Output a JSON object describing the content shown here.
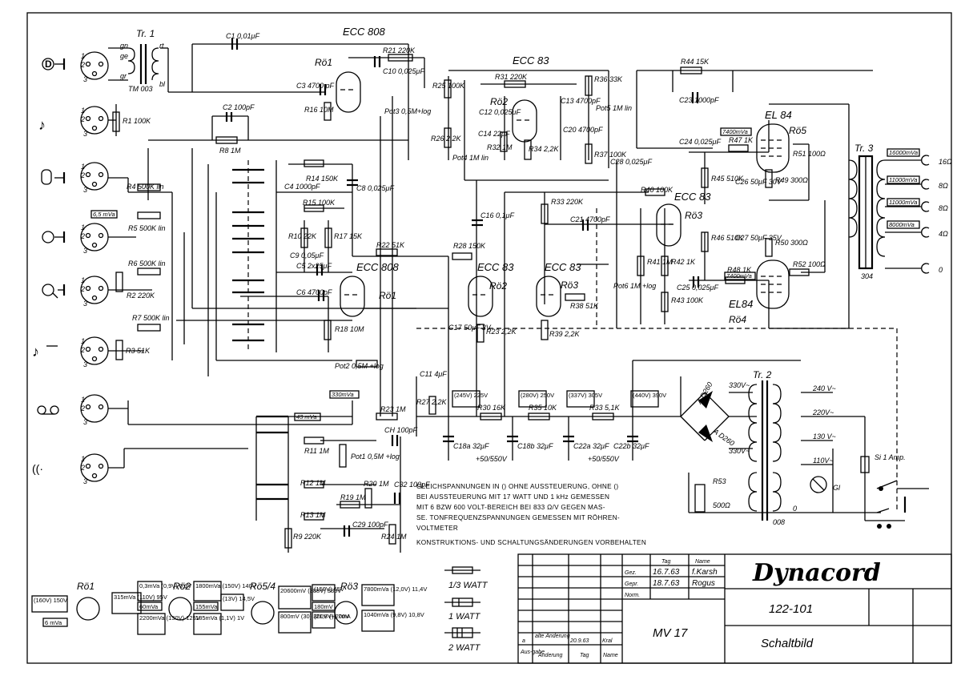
{
  "tubes": {
    "ro1_top": "Rö1",
    "ecc808_top": "ECC 808",
    "ro1_mid": "Rö1",
    "ecc808_mid": "ECC 808",
    "ro2_top": "Rö2",
    "ecc83_top": "ECC 83",
    "ro2_mid": "Rö2",
    "ecc83_mid": "ECC 83",
    "ro3_low": "Rö3",
    "ecc83_low": "ECC 83",
    "ro3_right": "Rö3",
    "ecc83_right": "ECC 83",
    "ro5": "Rö5",
    "el84_top": "EL 84",
    "ro4": "Rö4",
    "el84_bottom": "EL84"
  },
  "transformers": {
    "tr1": "Tr. 1",
    "tm003": "TM 003",
    "tr2": "Tr. 2",
    "tr3": "Tr. 3",
    "tr3_num": "304",
    "tr2_num": "008"
  },
  "tr1_leads": {
    "gn": "gn",
    "ge": "ge",
    "gr": "gr",
    "rt": "rt",
    "bl": "bl"
  },
  "components": {
    "c1": "C1 0,01μF",
    "c3": "C3 4700 pF",
    "c10": "C10 0,025μF",
    "r21": "R21 220K",
    "r16": "R16 10M",
    "r1": "R1 100K",
    "c2": "C2 100pF",
    "r8": "R8 1M",
    "pot3": "Pot3 0,5M+log",
    "r25": "R25 100K",
    "r31": "R31 220K",
    "c12": "C12 0,025μF",
    "r36": "R36 33K",
    "c13": "C13 4700pF",
    "pot5": "Pot5 1M lin",
    "c20": "C20 4700pF",
    "r26": "R26 2,2K",
    "c14": "C14 22μF",
    "r32": "R32 1M",
    "r34": "R34 2,2K",
    "pot4": "Pot4 1M lin",
    "r37": "R37 100K",
    "c28": "C28 0,025μF",
    "r44": "R44 15K",
    "c23": "C23 1000pF",
    "c24": "C24 0,025μF",
    "r47": "R47 1K",
    "r51": "R51 100Ω",
    "r45": "R45 510K",
    "c26": "C26 50μF 30V",
    "r49": "R49 300Ω",
    "r4": "R4 500K lin",
    "r5": "R5 500K lin",
    "r6": "R6 500K lin",
    "r2": "R2 220K",
    "r7": "R7 500K lin",
    "r3": "R3 51K",
    "r14": "R14 150K",
    "r15": "R15 100K",
    "c4": "C4 1000pF",
    "c8": "C8 0,025μF",
    "r10": "R10 22K",
    "r17": "R17 15K",
    "c9": "C9 0,05μF",
    "c5": "C5 2x25μF",
    "c6": "C6 4700pF",
    "r18": "R18 10M",
    "r22": "R22 51K",
    "r33": "R33 220K",
    "c21": "C21 4700pF",
    "c16": "C16 0,1μF",
    "r28": "R28 150K",
    "c17": "C17 50μF 3V",
    "r23": "R23 2,2K",
    "r38": "R38 51K",
    "pot6": "Pot6 1M +log",
    "r39": "R39 2,2K",
    "r40": "R40 100K",
    "r41": "R41 1M",
    "r42": "R42 1K",
    "r43": "R43 100K",
    "r46": "R46 510K",
    "c27": "C27 50μF 35V",
    "r50": "R50 300Ω",
    "r52": "R52 100Ω",
    "r48": "R48 1K",
    "c25": "C25 0,025μF",
    "pot2": "Pot2 0,5M +log",
    "c11": "C11 4μF",
    "r27": "R27 2,2K",
    "r30": "R30 16K",
    "r35": "R35 10K",
    "r53a": "R33 5,1K",
    "c18": "C18a 32μF",
    "c18b": "C18b 32μF",
    "c18v": "+50/550V",
    "c22": "C22a 32μF",
    "c22b": "C22b 32μF",
    "c22v": "+50/550V",
    "r23b": "R23 1M",
    "ch": "CH 100pF",
    "r11": "R11 1M",
    "pot1": "Pot1 0,5M +log",
    "r12": "R12 1M",
    "r19": "R19 1M",
    "r20": "R20 1M",
    "c32": "C32 100pF",
    "r13": "R13 1M",
    "c29": "C29 100pF",
    "r9": "R9 220K",
    "r24": "R24 1M",
    "r53": "R53",
    "r53v": "500Ω",
    "gl": "Gl",
    "si": "Si 1 Amp."
  },
  "mv_labels": {
    "ro4_anode": "7400mVa",
    "ro4_grid": "7400mVa",
    "input5": "6,5 mVa",
    "lower_in": "43 mVa",
    "mid_in": "330mVa",
    "out1": "16000mVa",
    "out2": "11000mVa",
    "out3": "11000mVa",
    "out4": "8000mVa"
  },
  "voltages": {
    "v1": "(245V) 225V",
    "v2": "(280V) 250V",
    "v3": "(337V) 305V",
    "v4": "(440V) 390V"
  },
  "output_taps": [
    "16Ω",
    "8Ω",
    "8Ω",
    "4Ω",
    "0"
  ],
  "tr2_taps": {
    "p1": "330V~",
    "p2": "330V~",
    "s240": "240 V~",
    "s220": "220V~",
    "s130": "130 V~",
    "s110": "110V~",
    "zero": "0"
  },
  "diodes": [
    "A D260",
    "A D260"
  ],
  "notes": [
    "GLEICHSPANNUNGEN IN () OHNE AUSSTEUERUNG, OHNE ()",
    "BEI AUSSTEUERUNG MIT 17 WATT UND 1 kHz GEMESSEN",
    "MIT 6 BZW 600 VOLT-BEREICH BEI 833 Ω/V GEGEN MAS-",
    "SE. TONFREQUENZSPANNUNGEN GEMESSEN MIT RÖHREN-",
    "VOLTMETER",
    "KONSTRUKTIONS- UND SCHALTUNGSÄNDERUNGEN VORBEHALTEN"
  ],
  "watt_legend": [
    "1/3 WATT",
    "1 WATT",
    "2 WATT"
  ],
  "pinouts": {
    "ro1": "Rö1",
    "ro2": "Rö2",
    "ro54": "Rö5/4",
    "ro3": "Rö3",
    "ro1_boxes": [
      "(160V) 150V",
      "315mVa (110V) 95V",
      "6 mVa"
    ],
    "ro2_boxes": [
      "0,3mVa (0,9V) 0,9V",
      "60mVa",
      "2200mVa (130V) 125V",
      "1800mVa (150V) 140V",
      "155mVa",
      "185mVa (1,1V) 1V"
    ],
    "ro54_boxes": [
      "(13V) 14,5V",
      "20600mV (388V) 380V",
      "800mV (30) 300V (+) 7mA"
    ],
    "ro3_boxes": [
      "(150V) 65V",
      "180mV",
      "(21,8V) 200V",
      "7800mVa (12,0V) 11,4V",
      "1040mVa (9,8V) 10,8V"
    ]
  },
  "title_block": {
    "col_tag": "Tag",
    "col_name": "Name",
    "row_gez": "Gez.",
    "row_gepr": "Gepr.",
    "row_norm": "Norm.",
    "gez_date": "16.7.63",
    "gez_name": "f.Karsh",
    "gepr_date": "18.7.63",
    "gepr_name": "Rogus",
    "model": "MV 17",
    "brand": "Dynacord",
    "number": "122-101",
    "title": "Schaltbild",
    "rev_letter": "a",
    "rev_text": "alte Änderung",
    "rev_date": "20.9.63",
    "rev_name": "Kral",
    "h_ausgabe": "Aus-gabe",
    "h_aenderung": "Änderung",
    "h_tag": "Tag",
    "h_name": "Name"
  }
}
